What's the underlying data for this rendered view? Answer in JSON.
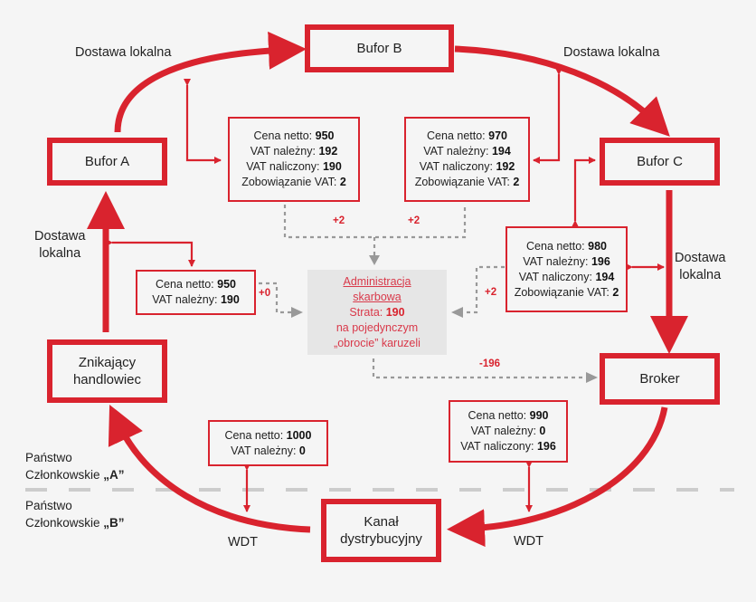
{
  "colors": {
    "accent_red": "#d9232e",
    "admin_text": "#d9394a",
    "admin_bg": "#e6e6e6",
    "dashed_gray": "#999999",
    "border_gray": "#cccccc",
    "background": "#f5f5f5"
  },
  "entities": {
    "bufor_a": "Bufor A",
    "bufor_b": "Bufor B",
    "bufor_c": "Bufor C",
    "broker": "Broker",
    "kanal_line1": "Kanał",
    "kanal_line2": "dystrybucyjny",
    "znikajacy_line1": "Znikający",
    "znikajacy_line2": "handlowiec"
  },
  "flow_labels": {
    "a_to_b": "Dostawa lokalna",
    "b_to_c": "Dostawa lokalna",
    "c_to_broker_line1": "Dostawa",
    "c_to_broker_line2": "lokalna",
    "znik_to_a_line1": "Dostawa",
    "znik_to_a_line2": "lokalna",
    "broker_to_kanal": "WDT",
    "kanal_to_znik": "WDT"
  },
  "info_boxes": {
    "bufor_a": {
      "rows": [
        {
          "label": "Cena netto: ",
          "value": "950"
        },
        {
          "label": "VAT należny: ",
          "value": "192"
        },
        {
          "label": "VAT naliczony: ",
          "value": "190"
        },
        {
          "label": "Zobowiązanie VAT: ",
          "value": "2"
        }
      ]
    },
    "bufor_b": {
      "rows": [
        {
          "label": "Cena netto: ",
          "value": "970"
        },
        {
          "label": "VAT należny: ",
          "value": "194"
        },
        {
          "label": "VAT naliczony: ",
          "value": "192"
        },
        {
          "label": "Zobowiązanie VAT: ",
          "value": "2"
        }
      ]
    },
    "bufor_c": {
      "rows": [
        {
          "label": "Cena netto: ",
          "value": "980"
        },
        {
          "label": "VAT należny: ",
          "value": "196"
        },
        {
          "label": "VAT naliczony: ",
          "value": "194"
        },
        {
          "label": "Zobowiązanie VAT: ",
          "value": "2"
        }
      ]
    },
    "znikajacy": {
      "rows": [
        {
          "label": "Cena netto: ",
          "value": "950"
        },
        {
          "label": "VAT należny: ",
          "value": "190"
        }
      ]
    },
    "kanal": {
      "rows": [
        {
          "label": "Cena netto: ",
          "value": "1000"
        },
        {
          "label": "VAT należny: ",
          "value": "0"
        }
      ]
    },
    "broker": {
      "rows": [
        {
          "label": "Cena netto: ",
          "value": "990"
        },
        {
          "label": "VAT należny: ",
          "value": "0"
        },
        {
          "label": "VAT naliczony: ",
          "value": "196"
        }
      ]
    }
  },
  "deltas": {
    "from_bufor_a": "+2",
    "from_bufor_b": "+2",
    "from_bufor_c": "+2",
    "from_znikajacy": "+0",
    "to_broker": "-196"
  },
  "administration": {
    "title_line1": "Administracja",
    "title_line2": "skarbowa",
    "loss_label": "Strata: ",
    "loss_value": "190",
    "line3": "na pojedynczym",
    "line4": "„obrocie” karuzeli"
  },
  "states": {
    "a_line1": "Państwo",
    "a_line2": "Członkowskie ",
    "a_code": "„A”",
    "b_line1": "Państwo",
    "b_line2": "Członkowskie ",
    "b_code": "„B”"
  }
}
